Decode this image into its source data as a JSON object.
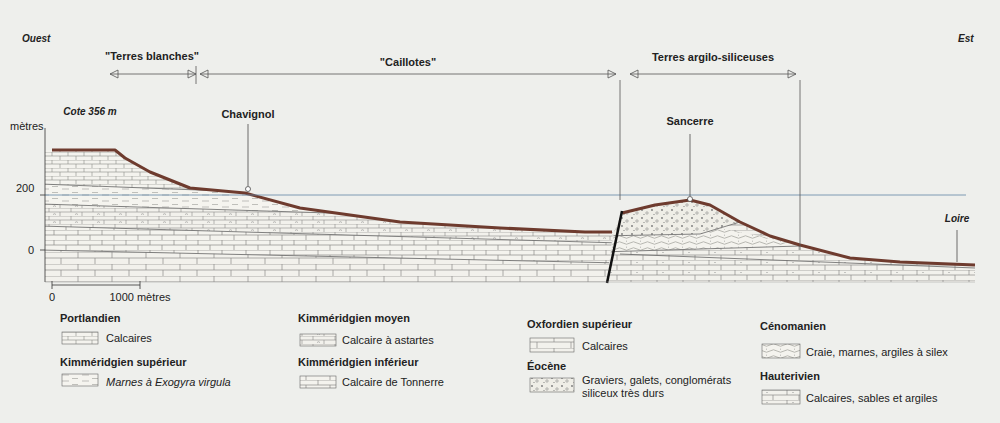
{
  "diagram": {
    "labels": [
      "Ouest",
      "Est",
      "\"Terres blanches\"",
      "\"Caillotes\"",
      "Terres argilo-siliceuses",
      "Cote 356 m",
      "mètres",
      "200",
      "0",
      "Chavignol",
      "Sancerre",
      "Loire",
      "0",
      "1000 mètres",
      "Portlandien",
      "Kimméridgien supérieur",
      "Kimméridgien moyen",
      "Kimméridgien inférieur",
      "Oxfordien supérieur",
      "Éocène",
      "Cénomanien",
      "Hauterivien"
    ],
    "legend": [
      {
        "text": "Calcaires"
      },
      {
        "text": "Marnes à Exogyra virgula"
      },
      {
        "text": "Calcaire à astartes"
      },
      {
        "text": "Calcaire de Tonnerre"
      },
      {
        "text": "Calcaires"
      },
      {
        "text": "Graviers, galets, conglomérats siliceux très durs"
      },
      {
        "text": "Craie, marnes, argiles à silex"
      },
      {
        "text": "Calcaires, sables et argiles"
      }
    ]
  }
}
